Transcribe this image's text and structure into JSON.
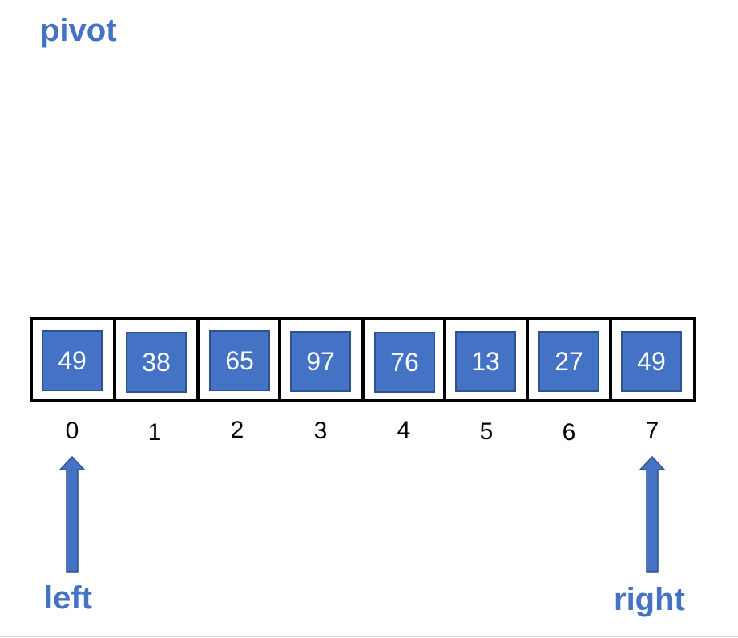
{
  "pivot_label": "pivot",
  "cells": [
    {
      "value": "49",
      "index": "0"
    },
    {
      "value": "38",
      "index": "1"
    },
    {
      "value": "65",
      "index": "2"
    },
    {
      "value": "97",
      "index": "3"
    },
    {
      "value": "76",
      "index": "4"
    },
    {
      "value": "13",
      "index": "5"
    },
    {
      "value": "27",
      "index": "6"
    },
    {
      "value": "49",
      "index": "7"
    }
  ],
  "pointers": {
    "left": {
      "label": "left",
      "points_to_index": 0
    },
    "right": {
      "label": "right",
      "points_to_index": 7
    }
  },
  "colors": {
    "accent": "#4472c4",
    "box_border": "#2f528f",
    "cell_border": "#000000",
    "value_text": "#ffffff"
  }
}
